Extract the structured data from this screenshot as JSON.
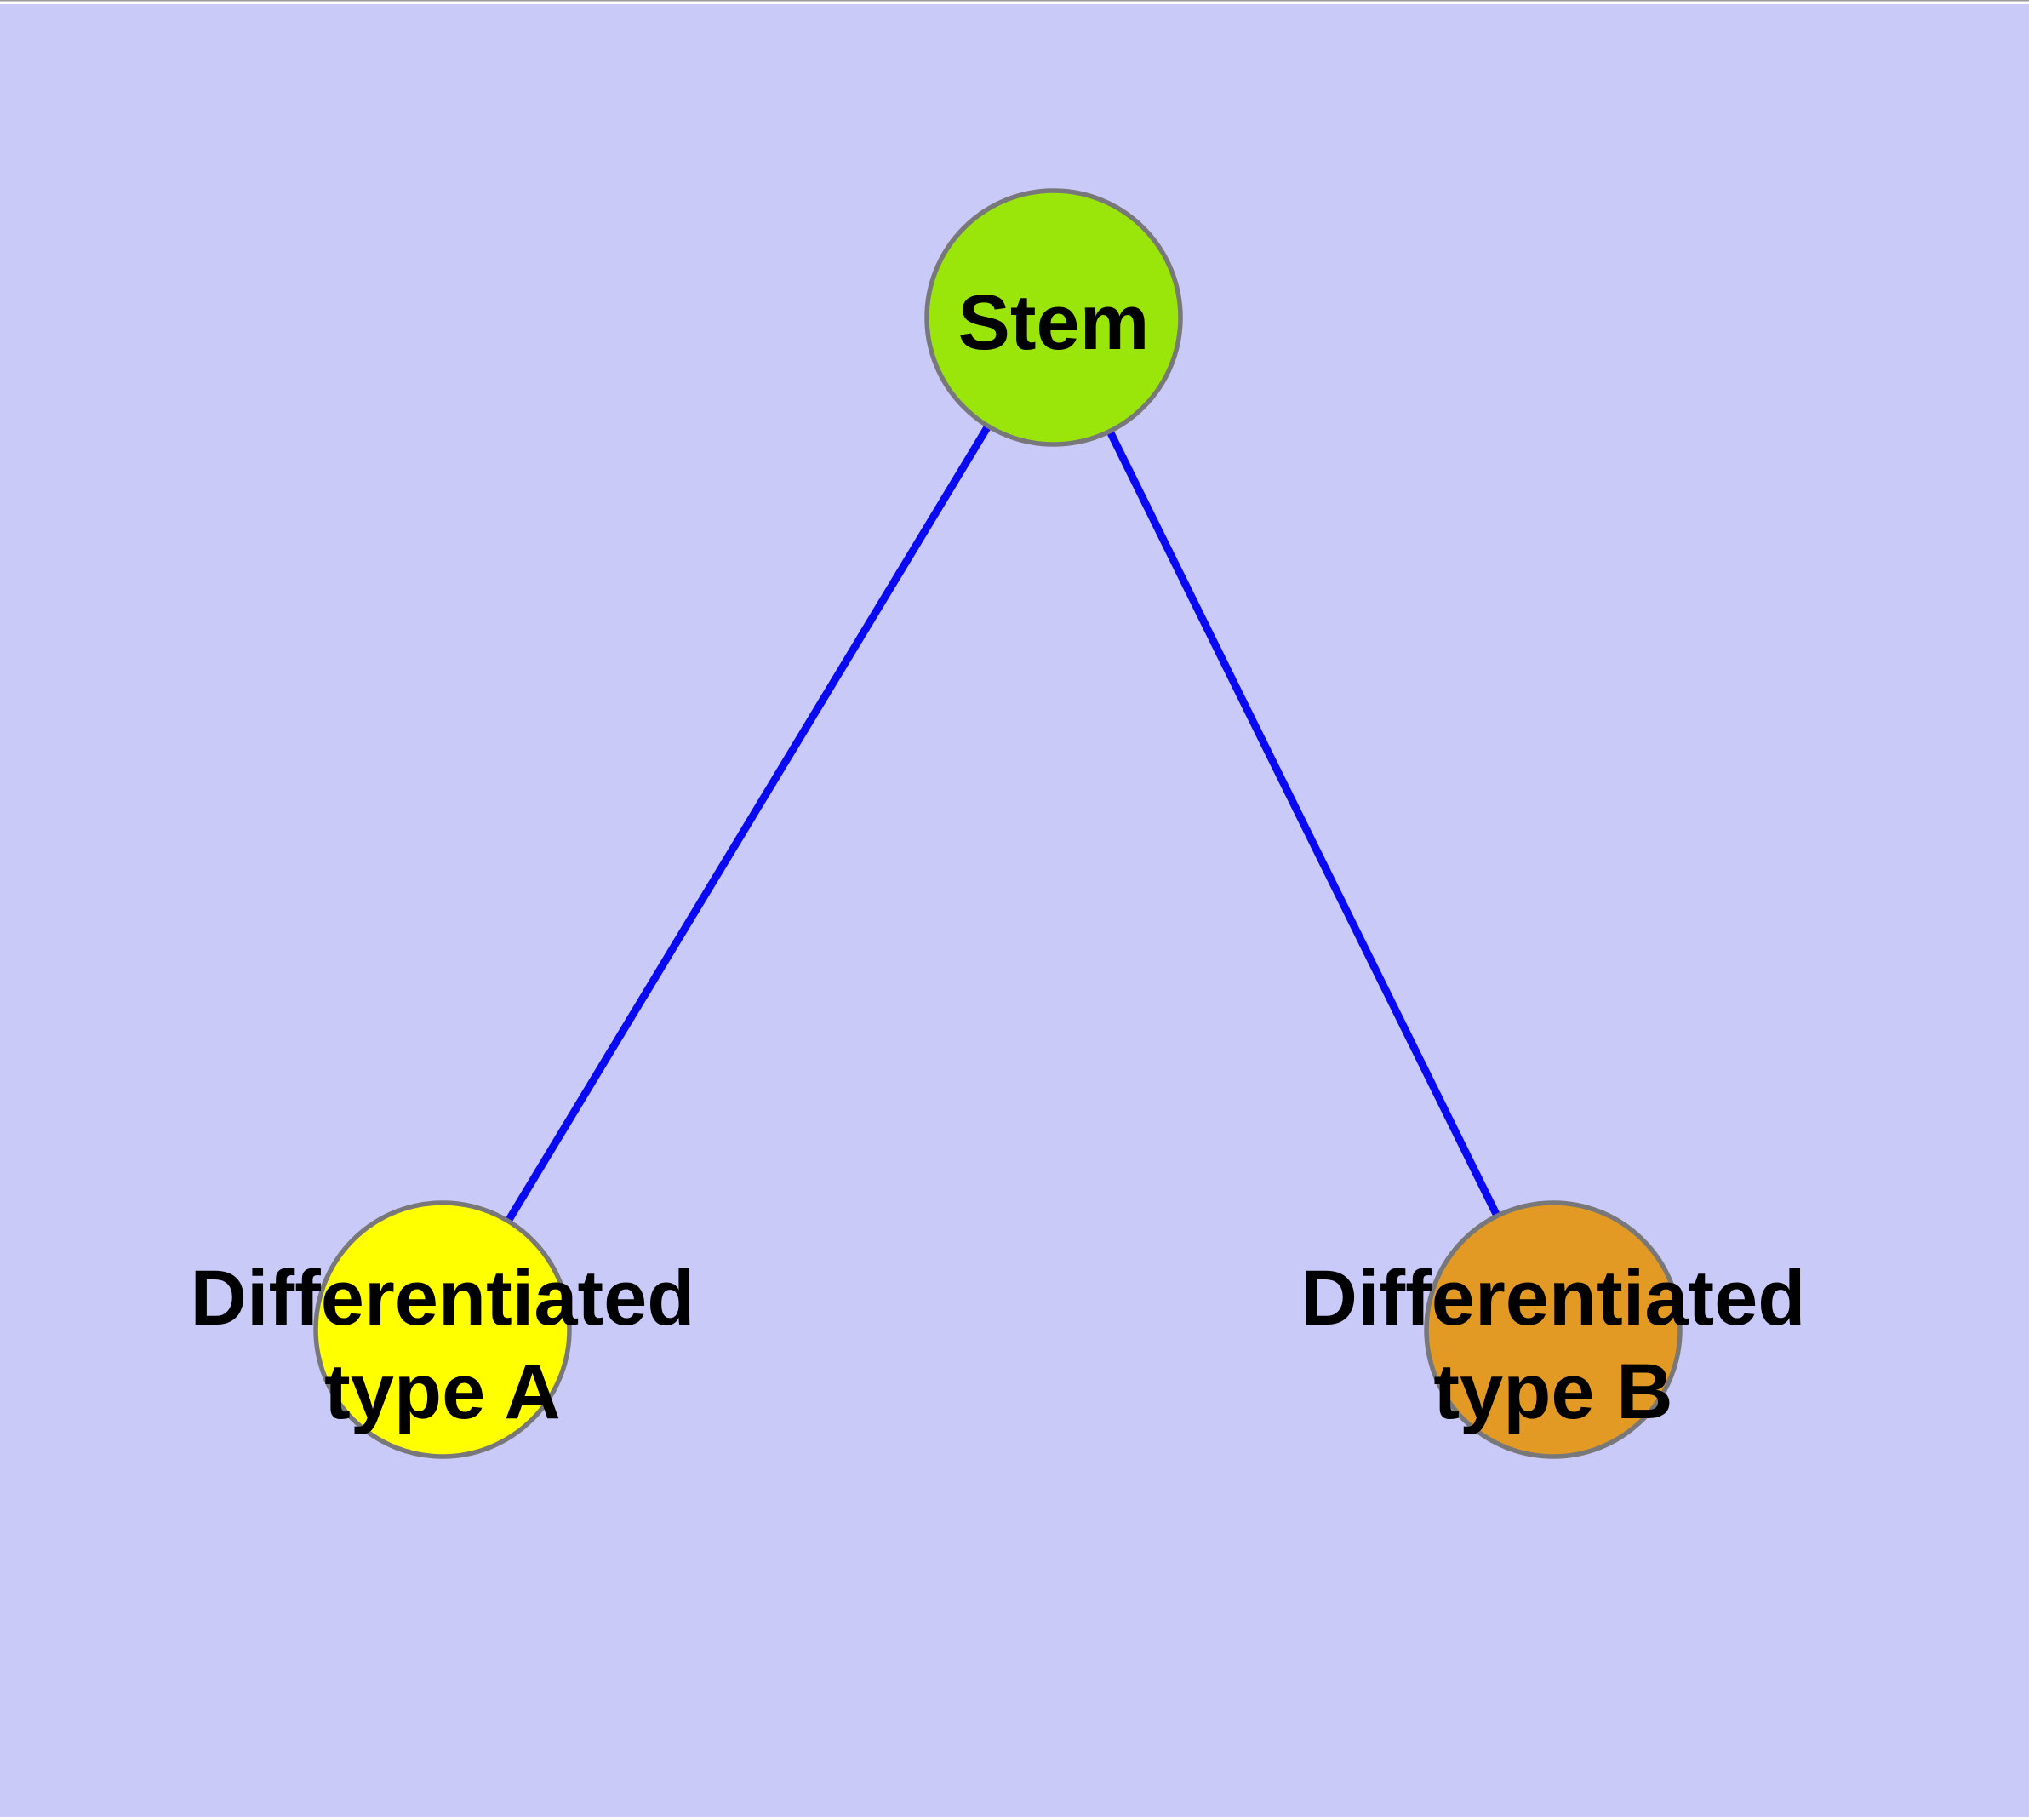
{
  "diagram": {
    "type": "node-edge-graph",
    "colors": {
      "background": "#CACAF9",
      "edge": "#0A0AF2",
      "node_border": "#78787A",
      "label": "#000000",
      "frame_line": "#9A9A9A",
      "frame_strip": "#FFFFFF"
    },
    "nodes": [
      {
        "id": "stem",
        "lines": [
          "Stem"
        ],
        "fill": "#9AE60A"
      },
      {
        "id": "differentiated-type-a",
        "lines": [
          "Differentiated",
          "type A"
        ],
        "fill": "#FFFF00"
      },
      {
        "id": "differentiated-type-b",
        "lines": [
          "Differentiated",
          "type B"
        ],
        "fill": "#E29A24"
      }
    ],
    "edges": [
      {
        "from": "stem",
        "to": "differentiated-type-a"
      },
      {
        "from": "stem",
        "to": "differentiated-type-b"
      }
    ]
  }
}
